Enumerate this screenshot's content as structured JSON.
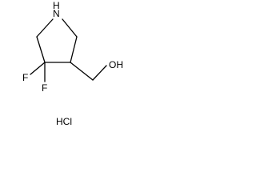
{
  "molecule": {
    "atoms": {
      "nitrogen": "N",
      "hydrogen": "H",
      "fluorine_1": "F",
      "fluorine_2": "F",
      "hydroxyl": "OH"
    },
    "salt": "HCl"
  },
  "colors": {
    "bond": "#000000",
    "label": "#000000",
    "background": "#ffffff"
  }
}
